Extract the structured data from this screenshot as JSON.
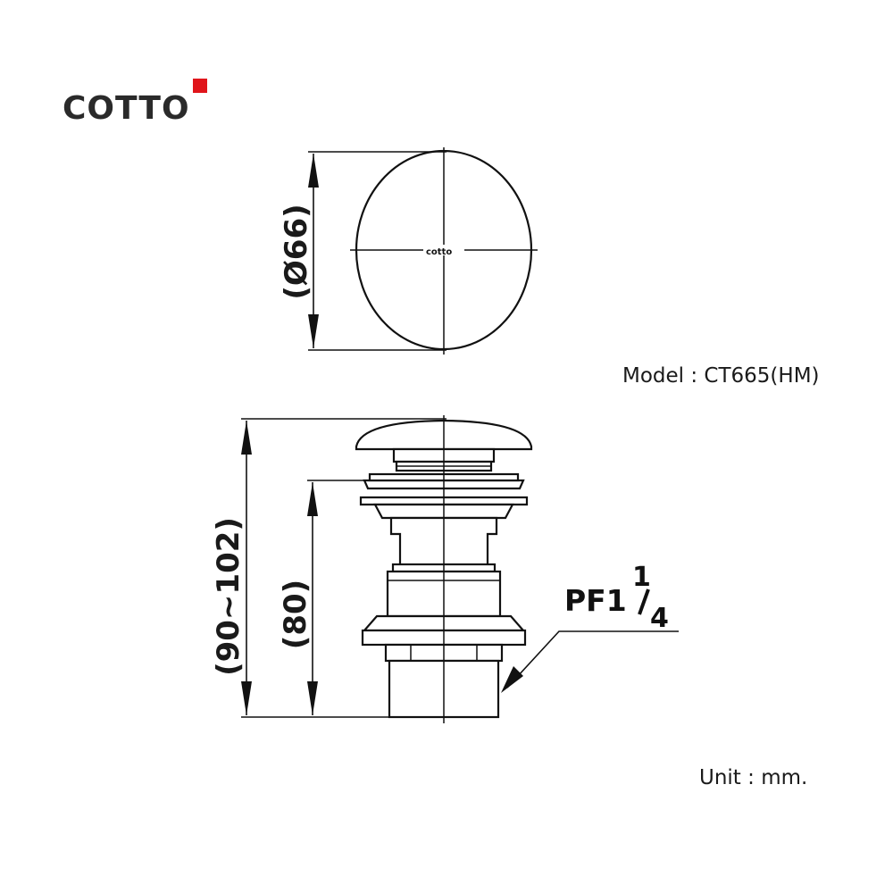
{
  "brand": {
    "name": "COTTO",
    "accent_color": "#e0151b"
  },
  "top_view": {
    "diameter_label": "(Ø66)",
    "center_mark": "cotto"
  },
  "model_label": "Model : CT665(HM)",
  "side_view": {
    "total_height_label": "(90~102)",
    "body_height_label": "(80)",
    "thread_label": "PF1",
    "thread_fraction_num": "1",
    "thread_fraction_den": "4"
  },
  "unit_label": "Unit : mm."
}
